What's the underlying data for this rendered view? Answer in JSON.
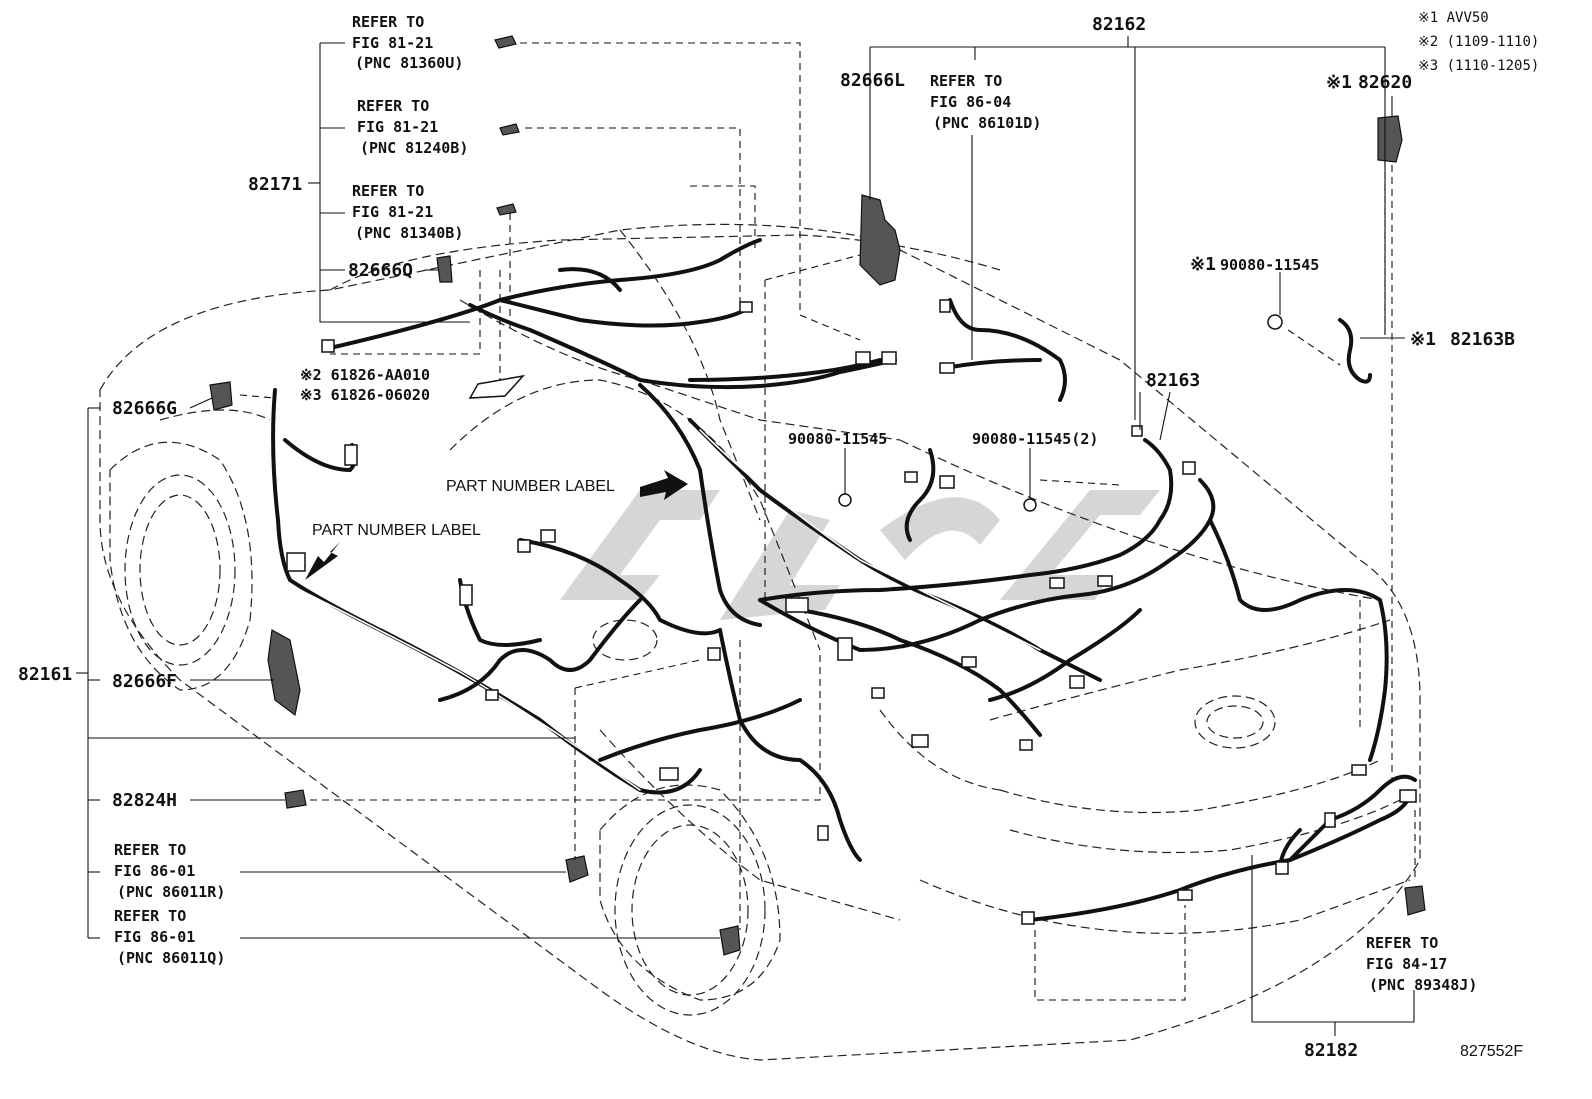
{
  "diagram": {
    "figure_code": "827552F",
    "callouts": {
      "p82171": "82171",
      "p82161": "82161",
      "p82162": "82162",
      "p82163": "82163",
      "p82182": "82182",
      "p82666L": "82666L",
      "p82666Q": "82666Q",
      "p82666G": "82666G",
      "p82666F": "82666F",
      "p82824H": "82824H",
      "p82620": "82620",
      "p82163B": "82163B",
      "bolt_center": "90080-11545",
      "bolt_right": "90080-11545(2)",
      "bolt_top": "90080-11545"
    },
    "marks": {
      "m82620": "※1",
      "m82163B": "※1",
      "mbolt_top": "※1"
    },
    "notes": {
      "n1": "※1 AVV50",
      "n2": "※2 (1109-1110)",
      "n3": "※3 (1110-1205)",
      "alt1": "※2 61826-AA010",
      "alt2": "※3 61826-06020"
    },
    "references": {
      "r1": {
        "l1": "REFER TO",
        "l2": "FIG 81-21",
        "l3": "(PNC 81360U)"
      },
      "r2": {
        "l1": "REFER TO",
        "l2": "FIG 81-21",
        "l3": "(PNC 81240B)"
      },
      "r3": {
        "l1": "REFER TO",
        "l2": "FIG 81-21",
        "l3": "(PNC 81340B)"
      },
      "r4": {
        "l1": "REFER TO",
        "l2": "FIG 86-04",
        "l3": "(PNC 86101D)"
      },
      "r5": {
        "l1": "REFER TO",
        "l2": "FIG 86-01",
        "l3": "(PNC 86011R)"
      },
      "r6": {
        "l1": "REFER TO",
        "l2": "FIG 86-01",
        "l3": "(PNC 86011Q)"
      },
      "r7": {
        "l1": "REFER TO",
        "l2": "FIG 84-17",
        "l3": "(PNC 89348J)"
      }
    },
    "labels": {
      "part_label_1": "PART NUMBER LABEL",
      "part_label_2": "PART NUMBER LABEL"
    },
    "colors": {
      "line": "#111111",
      "background": "#ffffff",
      "watermark": "#cfcfcf"
    }
  }
}
